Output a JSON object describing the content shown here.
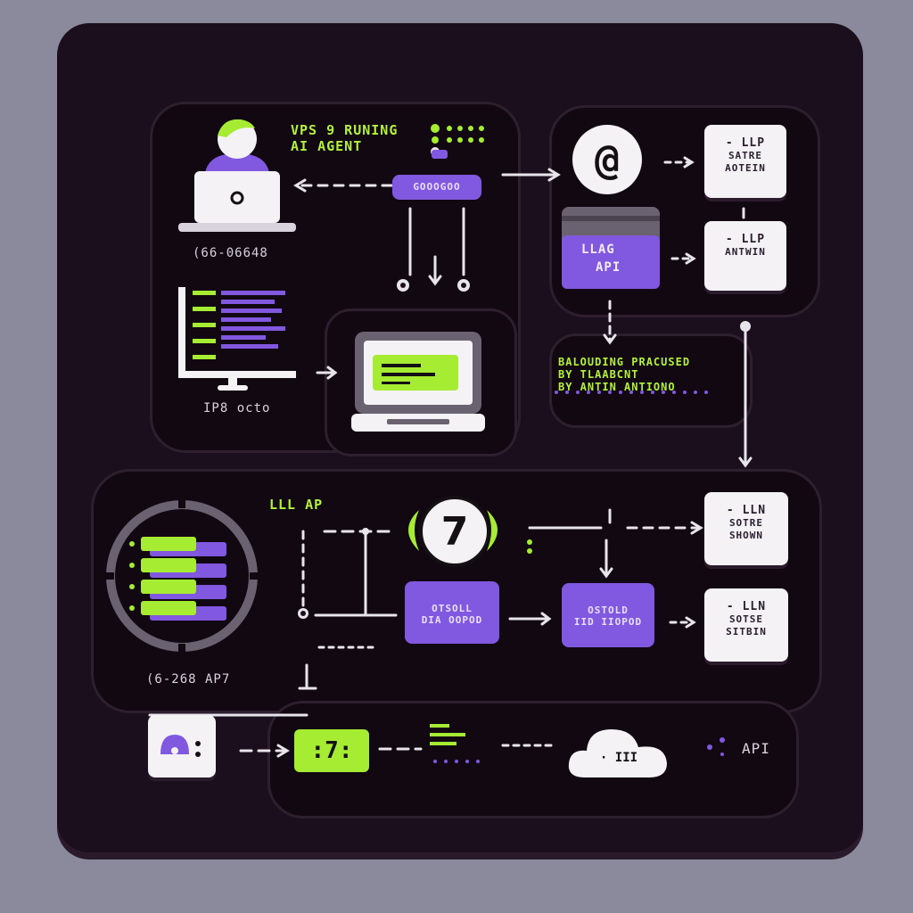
{
  "top_panel": {
    "vps_label_1": "VPS 9 RUNING",
    "vps_label_2": "AI AGENT",
    "purple_button": "GOOOGOO",
    "user_caption": "(66-06648",
    "terminal_caption": "IP8 octo",
    "at_symbol": "@",
    "llm_api_label_1": "LLAG",
    "llm_api_label_2": "API",
    "processing_1": "BALOUDING PRACUSED",
    "processing_2": "BY TLAABCNT",
    "processing_3": "BY ANTIN ANTIONO",
    "card_a_1": "- LLP",
    "card_a_2": "SATRE",
    "card_a_3": "AOTEIN",
    "card_b_1": "- LLP",
    "card_b_2": "ANTWIN"
  },
  "middle_panel": {
    "llm_label": "LLL AP",
    "server_caption": "(6-268 AP7",
    "number_circle": "7",
    "pill_left_1": "OTSOLL",
    "pill_left_2": "DIA OOPOD",
    "pill_right_1": "OSTOLD",
    "pill_right_2": "IID IIOPOD",
    "card_c_1": "- LLN",
    "card_c_2": "SOTRE",
    "card_c_3": "SHOWN",
    "card_d_1": "- LLN",
    "card_d_2": "SOTSE",
    "card_d_3": "SITBIN"
  },
  "bottom_row": {
    "number_block": ":7:",
    "cloud_text": "· III",
    "api_label": "API"
  },
  "colors": {
    "green": "#a6ec32",
    "purple": "#8158e0",
    "background": "#1c0f1d"
  }
}
